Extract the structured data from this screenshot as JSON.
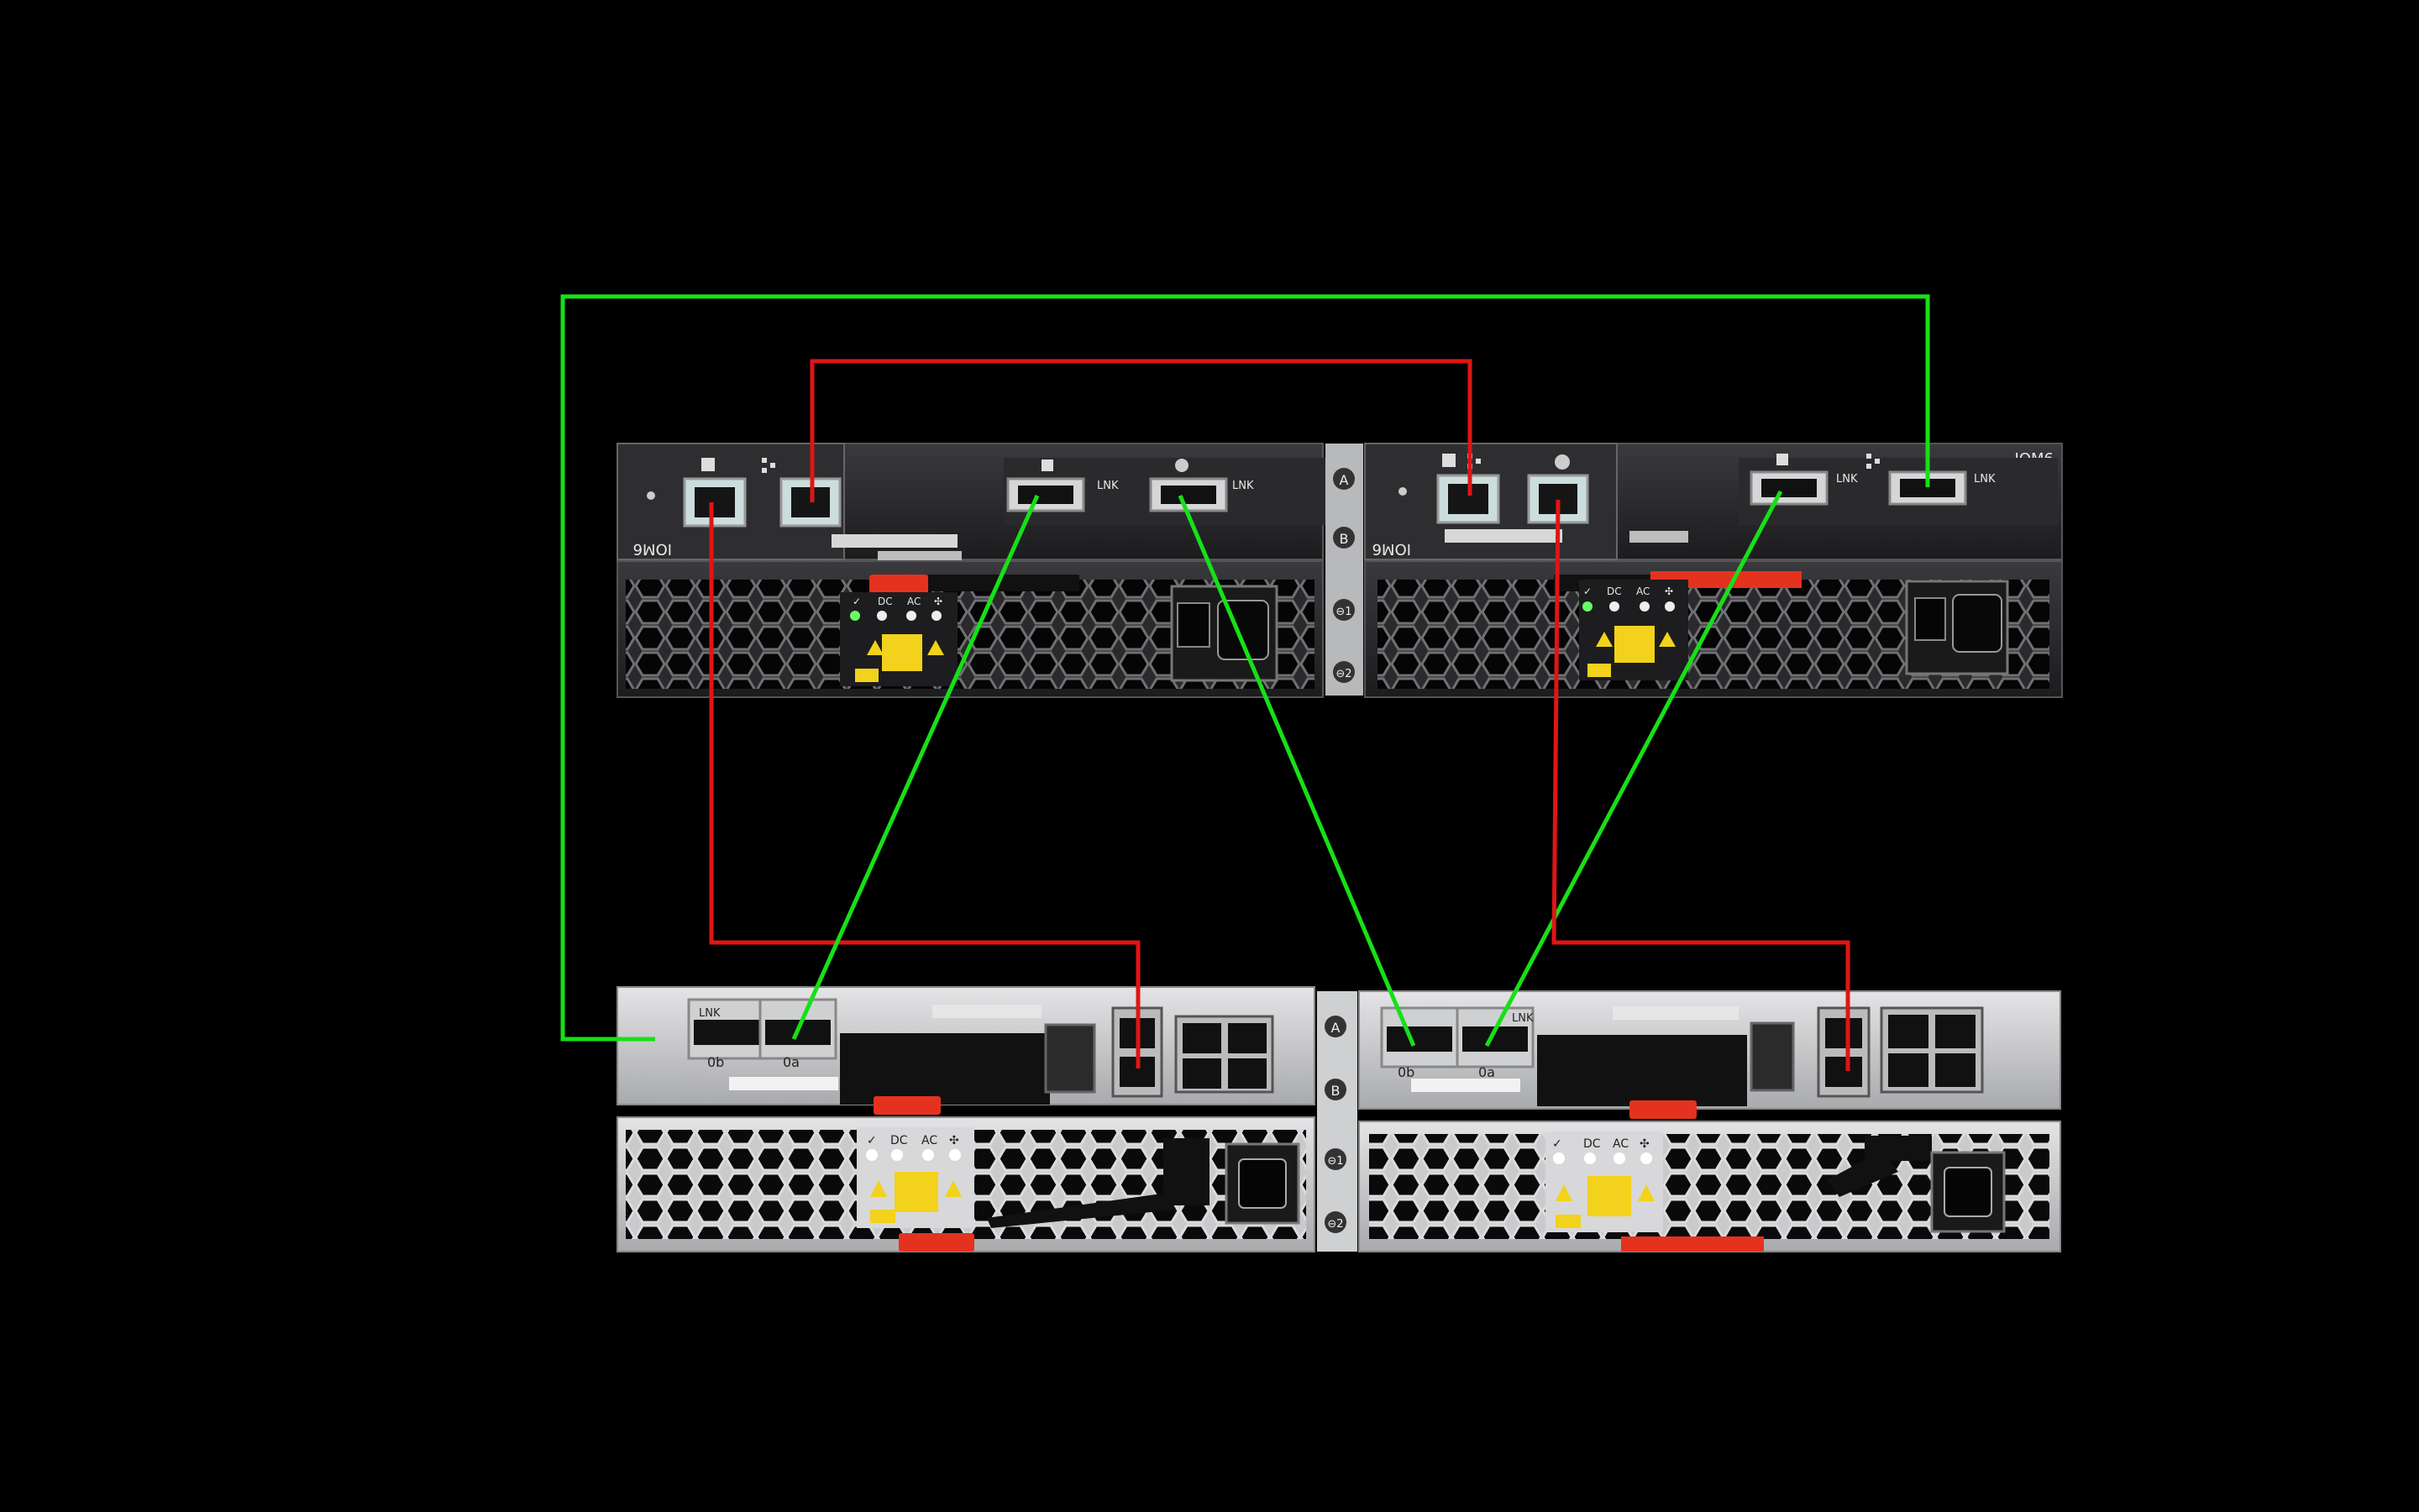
{
  "colors": {
    "background": "#000000",
    "cable_red": "#e01515",
    "cable_green": "#17e017",
    "panel_dark": "#262629",
    "panel_light": "#cfd0d2",
    "warning_yellow": "#f2d21c",
    "latch_orange": "#e5321e"
  },
  "shelf_iom6": {
    "module_label": "IOM6",
    "bay_labels": [
      "A",
      "B"
    ],
    "port_label_link": "LNK",
    "psu_slot_labels": [
      "⊖1",
      "⊖2"
    ],
    "psu_led_labels": [
      "✓",
      "DC",
      "AC",
      "✣"
    ]
  },
  "controller": {
    "port_labels": [
      "0b",
      "0a"
    ],
    "port_label_link": "LNK",
    "bay_labels": [
      "A",
      "B"
    ],
    "psu_led_labels": [
      "✓",
      "DC",
      "AC",
      "✣"
    ],
    "psu_slot_labels": [
      "⊖1",
      "⊖2"
    ]
  },
  "icons": {
    "wrench": "wrench-icon",
    "network": "network-icon",
    "warning": "warning-icon",
    "book": "manual-icon",
    "power_switch": "power-switch-icon"
  },
  "cables": [
    {
      "name": "green-cable-outer-loop",
      "color": "cable_green"
    },
    {
      "name": "red-cable-top-iom-b-to-iom-a",
      "color": "cable_red"
    },
    {
      "name": "red-cable-iom-a-to-controller-a",
      "color": "cable_red"
    },
    {
      "name": "green-cable-iom-a-sas-to-controller-a-0a",
      "color": "cable_green"
    },
    {
      "name": "green-cable-iom-a-sas-to-controller-b-0b",
      "color": "cable_green"
    },
    {
      "name": "green-cable-iom-b-sas-to-controller-b-0a",
      "color": "cable_green"
    },
    {
      "name": "red-cable-iom-b-to-controller-b",
      "color": "cable_red"
    }
  ]
}
